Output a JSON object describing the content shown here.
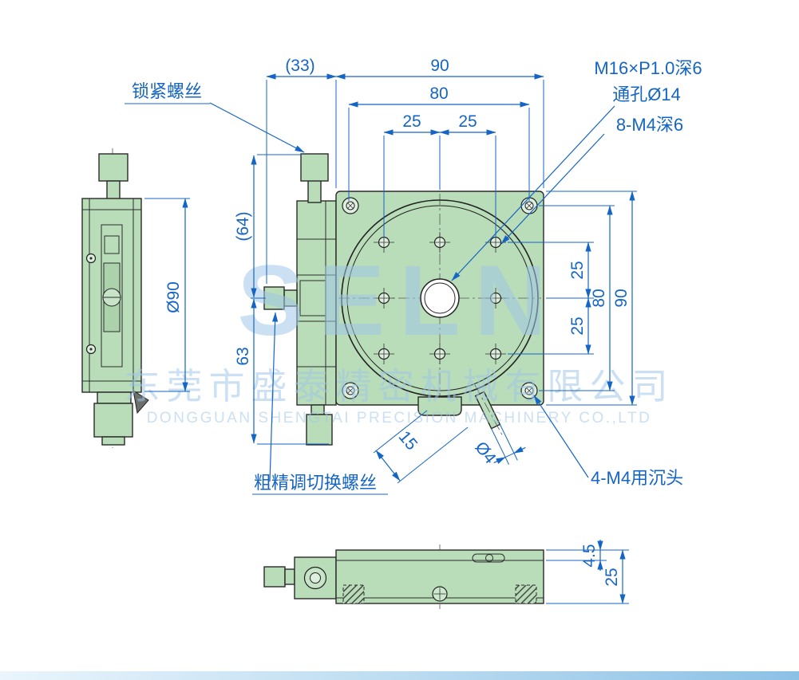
{
  "drawing": {
    "type": "precision rotation stage technical drawing",
    "views": [
      "side-view",
      "top-view",
      "bottom-view"
    ]
  },
  "colors": {
    "dimension_blue": "#1565c4",
    "part_green": "#b9dcb9",
    "outline_dark": "#2a2a2a",
    "watermark_blue": "#a0c6e7",
    "footer_left": "#eaf5fc",
    "footer_right": "#8cc1e6"
  },
  "callouts": {
    "lock_screw": "锁紧螺丝",
    "thread_spec": "M16×P1.0深6",
    "through_hole": "通孔Ø14",
    "tapped_holes": "8-M4深6",
    "counterbore": "4-M4用沉头",
    "coarse_fine_switch": "粗精调切换螺丝"
  },
  "dimensions": {
    "top_offset": "(33)",
    "top_width": "90",
    "hole_span": "80",
    "hole_pitch_left": "25",
    "hole_pitch_right": "25",
    "side_height_upper": "(64)",
    "side_height_lower": "63",
    "stage_diameter": "Ø90",
    "right_pitch_upper": "25",
    "right_pitch_lower": "25",
    "right_hole_span": "80",
    "right_width": "90",
    "tab_length": "15",
    "pin_diameter": "Ø4",
    "base_plate_thickness": "4.5",
    "base_height": "25"
  },
  "watermark": {
    "logo": "SELN",
    "company_cn": "东莞市盛泰精密机械有限公司",
    "company_en": "DONGGUAN SHENGTAI PRECISION MACHINERY CO.,LTD"
  }
}
